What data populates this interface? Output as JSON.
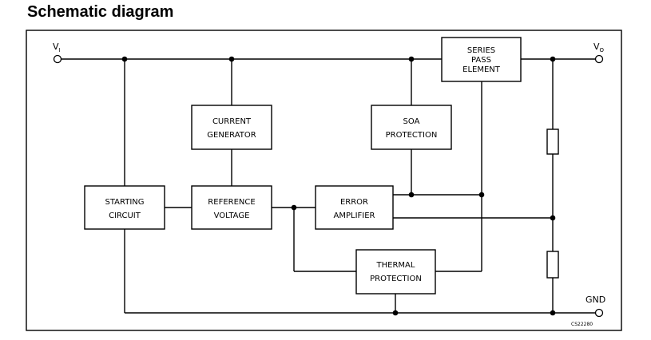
{
  "title": "Schematic diagram",
  "terminals": {
    "vi": "V",
    "vi_sub": "I",
    "vo": "V",
    "vo_sub": "O",
    "gnd": "GND"
  },
  "blocks": {
    "series_pass": [
      "SERIES",
      "PASS",
      "ELEMENT"
    ],
    "current_generator": [
      "CURRENT",
      "GENERATOR"
    ],
    "soa_protection": [
      "SOA",
      "PROTECTION"
    ],
    "starting_circuit": [
      "STARTING",
      "CIRCUIT"
    ],
    "reference_voltage": [
      "REFERENCE",
      "VOLTAGE"
    ],
    "error_amplifier": [
      "ERROR",
      "AMPLIFIER"
    ],
    "thermal_protection": [
      "THERMAL",
      "PROTECTION"
    ]
  },
  "drawing_code": "CS22280"
}
